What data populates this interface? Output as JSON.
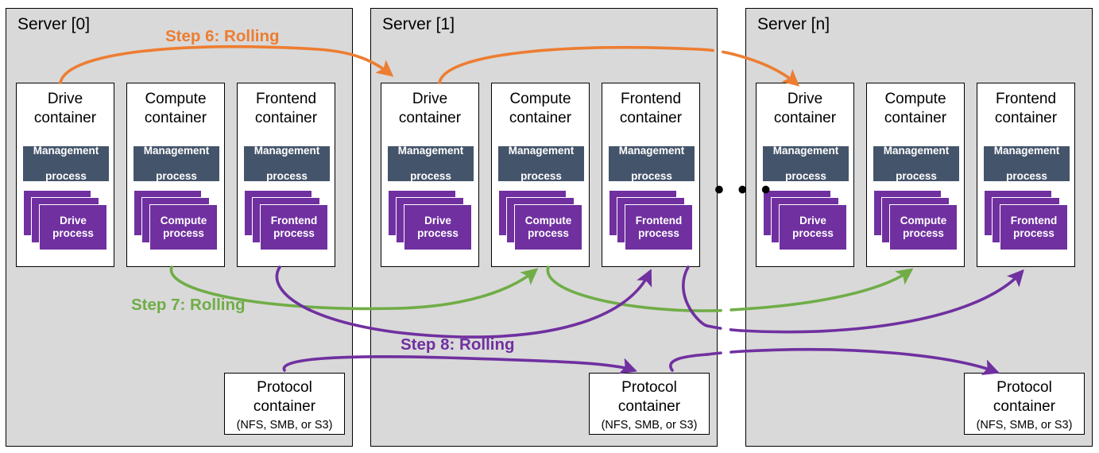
{
  "diagram": {
    "title": "Weka cluster rolling upgrade steps across servers",
    "background": "#ffffff",
    "panel_fill": "#d9d9d9",
    "colors": {
      "panel_fill": "#d9d9d9",
      "panel_border": "#000000",
      "container_fill": "#ffffff",
      "management_fill": "#44546a",
      "process_fill": "#7030a0",
      "step6_orange": "#ed7d31",
      "step7_green": "#70ad47",
      "step8_purple": "#7030a0"
    },
    "ellipsis": "• • •"
  },
  "servers": [
    {
      "id": "server-0",
      "title": "Server [0]",
      "containers": [
        {
          "id": "drive-container",
          "title": "Drive\ncontainer",
          "title_line1": "Drive",
          "title_line2": "container",
          "management_label": "Management\nprocess",
          "management_line1": "Management",
          "management_line2": "process",
          "process_label": "Drive\nprocess",
          "process_line1": "Drive",
          "process_line2": "process",
          "process_stack_count": 3
        },
        {
          "id": "compute-container",
          "title": "Compute\ncontainer",
          "title_line1": "Compute",
          "title_line2": "container",
          "management_label": "Management\nprocess",
          "management_line1": "Management",
          "management_line2": "process",
          "process_label": "Compute\nprocess",
          "process_line1": "Compute",
          "process_line2": "process",
          "process_stack_count": 3
        },
        {
          "id": "frontend-container",
          "title": "Frontend\ncontainer",
          "title_line1": "Frontend",
          "title_line2": "container",
          "management_label": "Management\nprocess",
          "management_line1": "Management",
          "management_line2": "process",
          "process_label": "Frontend\nprocess",
          "process_line1": "Frontend",
          "process_line2": "process",
          "process_stack_count": 3
        }
      ],
      "protocol": {
        "id": "protocol-container",
        "line1": "Protocol",
        "line2": "container",
        "sub": "(NFS, SMB, or S3)"
      }
    },
    {
      "id": "server-1",
      "title": "Server [1]",
      "containers": [
        {
          "id": "drive-container",
          "title": "Drive\ncontainer",
          "title_line1": "Drive",
          "title_line2": "container",
          "management_label": "Management\nprocess",
          "management_line1": "Management",
          "management_line2": "process",
          "process_label": "Drive\nprocess",
          "process_line1": "Drive",
          "process_line2": "process",
          "process_stack_count": 3
        },
        {
          "id": "compute-container",
          "title": "Compute\ncontainer",
          "title_line1": "Compute",
          "title_line2": "container",
          "management_label": "Management\nprocess",
          "management_line1": "Management",
          "management_line2": "process",
          "process_label": "Compute\nprocess",
          "process_line1": "Compute",
          "process_line2": "process",
          "process_stack_count": 3
        },
        {
          "id": "frontend-container",
          "title": "Frontend\ncontainer",
          "title_line1": "Frontend",
          "title_line2": "container",
          "management_label": "Management\nprocess",
          "management_line1": "Management",
          "management_line2": "process",
          "process_label": "Frontend\nprocess",
          "process_line1": "Frontend",
          "process_line2": "process",
          "process_stack_count": 3
        }
      ],
      "protocol": {
        "id": "protocol-container",
        "line1": "Protocol",
        "line2": "container",
        "sub": "(NFS, SMB, or S3)"
      }
    },
    {
      "id": "server-n",
      "title": "Server [n]",
      "containers": [
        {
          "id": "drive-container",
          "title": "Drive\ncontainer",
          "title_line1": "Drive",
          "title_line2": "container",
          "management_label": "Management\nprocess",
          "management_line1": "Management",
          "management_line2": "process",
          "process_label": "Drive\nprocess",
          "process_line1": "Drive",
          "process_line2": "process",
          "process_stack_count": 3
        },
        {
          "id": "compute-container",
          "title": "Compute\ncontainer",
          "title_line1": "Compute",
          "title_line2": "container",
          "management_label": "Management\nprocess",
          "management_line1": "Management",
          "management_line2": "process",
          "process_label": "Compute\nprocess",
          "process_line1": "Compute",
          "process_line2": "process",
          "process_stack_count": 3
        },
        {
          "id": "frontend-container",
          "title": "Frontend\ncontainer",
          "title_line1": "Frontend",
          "title_line2": "container",
          "management_label": "Management\nprocess",
          "management_line1": "Management",
          "management_line2": "process",
          "process_label": "Frontend\nprocess",
          "process_line1": "Frontend",
          "process_line2": "process",
          "process_stack_count": 3
        }
      ],
      "protocol": {
        "id": "protocol-container",
        "line1": "Protocol",
        "line2": "container",
        "sub": "(NFS, SMB, or S3)"
      }
    }
  ],
  "steps": [
    {
      "id": "step-6",
      "label": "Step 6: Rolling",
      "color": "#ed7d31",
      "from": "Drive container",
      "to": "Drive container (next server)"
    },
    {
      "id": "step-7",
      "label": "Step 7: Rolling",
      "color": "#70ad47",
      "from": "Compute container",
      "to": "Compute container (next server)"
    },
    {
      "id": "step-8",
      "label": "Step 8: Rolling",
      "color": "#7030a0",
      "from": "Frontend container / Protocol container",
      "to": "Frontend container / Protocol container (next server)"
    }
  ]
}
